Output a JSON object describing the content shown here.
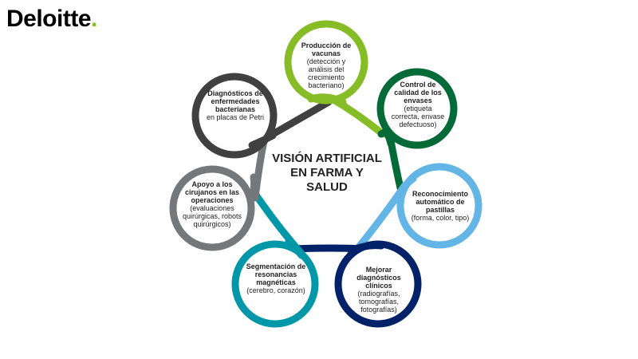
{
  "logo": {
    "text": "Deloitte",
    "dot": ".",
    "dot_color": "#86bc25"
  },
  "center": {
    "title": "VISIÓN ARTIFICIAL EN FARMA Y SALUD"
  },
  "nodes": [
    {
      "id": "vacunas",
      "color": "#86bc25",
      "title": "Producción de vacunas",
      "detail": "(detección y análisis del crecimiento bacteriano)"
    },
    {
      "id": "envases",
      "color": "#046a38",
      "title": "Control de calidad de los envases",
      "detail": "(etiqueta correcta, envase defectuoso)"
    },
    {
      "id": "pastillas",
      "color": "#62b5e5",
      "title": "Reconocimiento automático de pastillas",
      "detail": "(forma, color, tipo)"
    },
    {
      "id": "diagnosticos",
      "color": "#012169",
      "title": "Mejorar diagnósticos clínicos",
      "detail": "(radiografías, tomografías, fotografías)"
    },
    {
      "id": "resonancias",
      "color": "#0097a9",
      "title": "Segmentación de resonancias magnéticas",
      "detail": "(cerebro, corazón)"
    },
    {
      "id": "cirujanos",
      "color": "#75787b",
      "title": "Apoyo a los cirujanos en las operaciones",
      "detail": "(evaluaciones quirúrgicas, robots quirúrgicos)"
    },
    {
      "id": "bacterianas",
      "color": "#404040",
      "title": "Diagnósticos de enfermedades bacterianas",
      "detail": "en placas de Petri"
    }
  ]
}
